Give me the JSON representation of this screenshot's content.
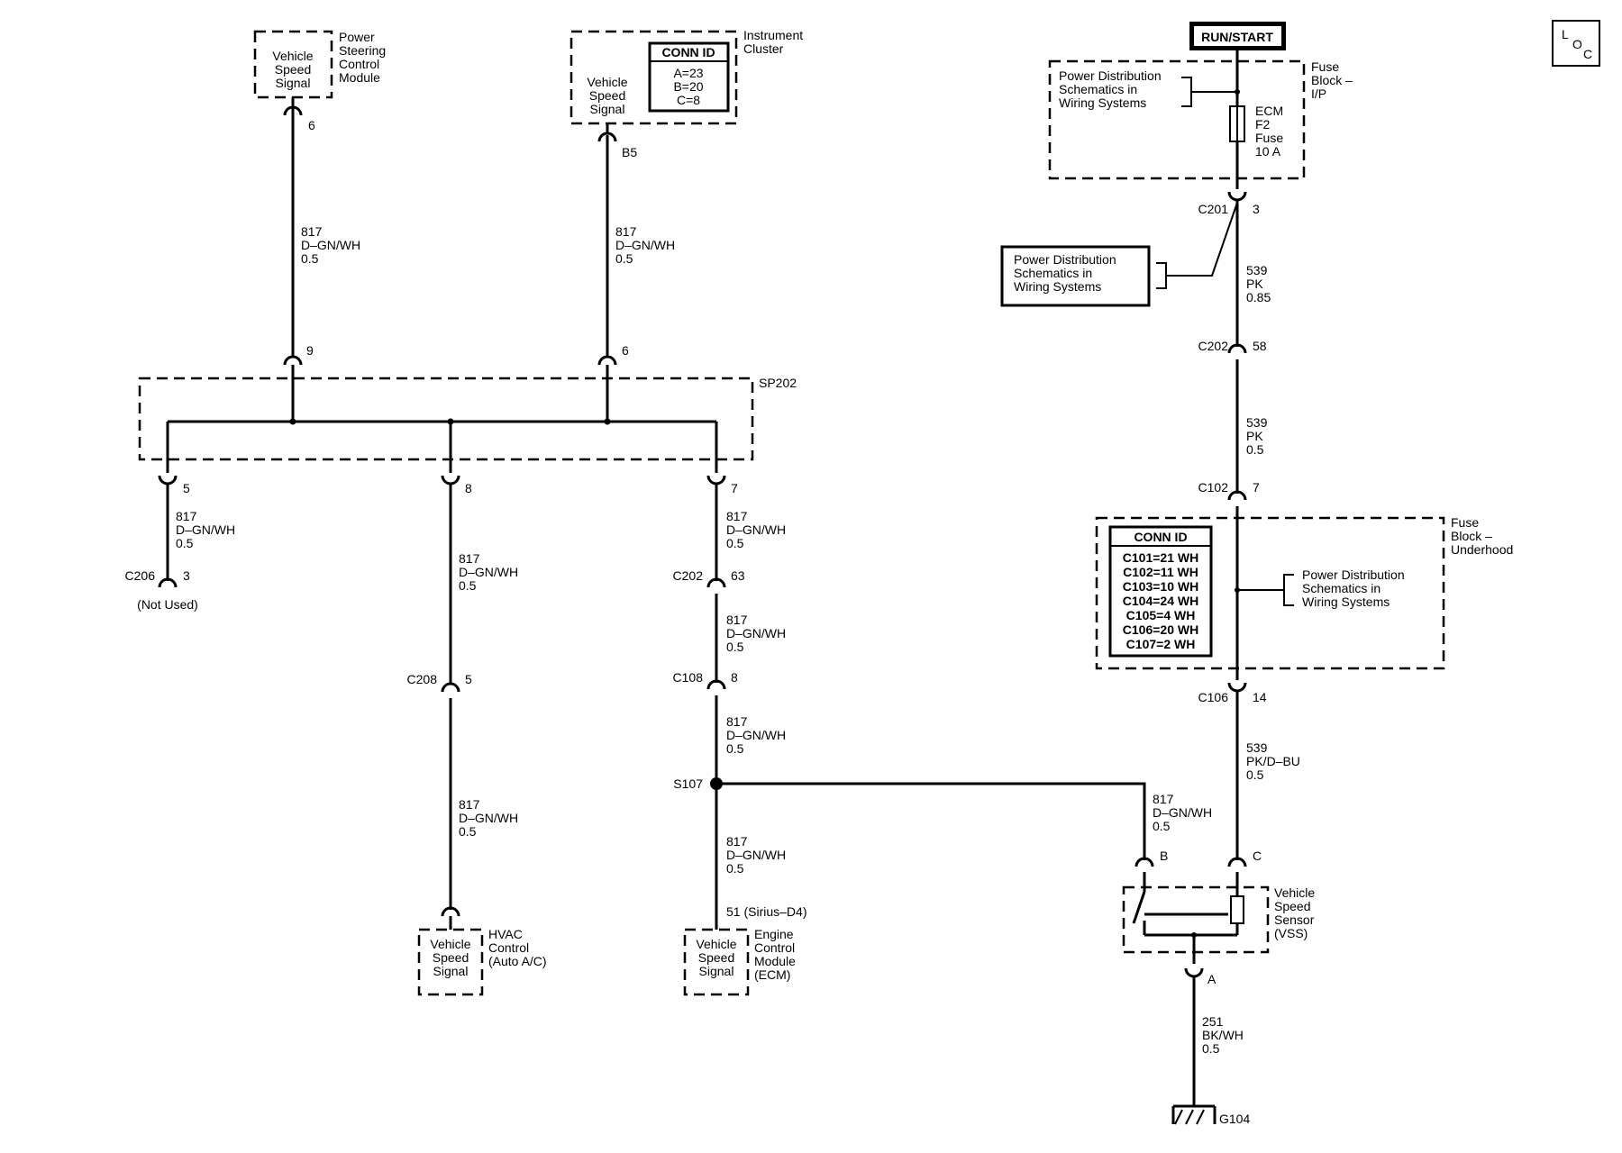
{
  "loc_icon": {
    "letters": [
      "L",
      "O",
      "C"
    ]
  },
  "power_steering": {
    "signal_lines": [
      "Vehicle",
      "Speed",
      "Signal"
    ],
    "module_lines": [
      "Power",
      "Steering",
      "Control",
      "Module"
    ],
    "pin": "6"
  },
  "instrument_cluster": {
    "signal_lines": [
      "Vehicle",
      "Speed",
      "Signal"
    ],
    "module_lines": [
      "Instrument",
      "Cluster"
    ],
    "conn_title": "CONN ID",
    "conn_entries": [
      "A=23",
      "B=20",
      "C=8"
    ],
    "pin": "B5"
  },
  "wires": {
    "ps_to_splice": [
      "817",
      "D–GN/WH",
      "0.5"
    ],
    "ic_to_splice": [
      "817",
      "D–GN/WH",
      "0.5"
    ],
    "splice_to_c206": [
      "817",
      "D–GN/WH",
      "0.5"
    ],
    "splice_to_c208": [
      "817",
      "D–GN/WH",
      "0.5"
    ],
    "c208_to_hvac": [
      "817",
      "D–GN/WH",
      "0.5"
    ],
    "splice_to_c202": [
      "817",
      "D–GN/WH",
      "0.5"
    ],
    "c202_to_c108": [
      "817",
      "D–GN/WH",
      "0.5"
    ],
    "c108_to_s107": [
      "817",
      "D–GN/WH",
      "0.5"
    ],
    "s107_to_ecm": [
      "817",
      "D–GN/WH",
      "0.5"
    ],
    "s107_to_vss": [
      "817",
      "D–GN/WH",
      "0.5"
    ],
    "fuse_to_c202": [
      "539",
      "PK",
      "0.85"
    ],
    "c202_to_c102": [
      "539",
      "PK",
      "0.5"
    ],
    "c106_to_vss": [
      "539",
      "PK/D–BU",
      "0.5"
    ],
    "vss_to_ground": [
      "251",
      "BK/WH",
      "0.5"
    ]
  },
  "splice_pack": {
    "name": "SP202",
    "pins_top": [
      "9",
      "6"
    ],
    "pins_bottom": [
      "5",
      "8",
      "7"
    ]
  },
  "c206": {
    "name": "C206",
    "pin": "3",
    "note": "(Not Used)"
  },
  "c208": {
    "name": "C208",
    "pin": "5"
  },
  "hvac": {
    "signal_lines": [
      "Vehicle",
      "Speed",
      "Signal"
    ],
    "module_lines": [
      "HVAC",
      "Control",
      "(Auto A/C)"
    ]
  },
  "c202_left": {
    "name": "C202",
    "pin": "63"
  },
  "c108_left": {
    "name": "C108",
    "pin": "8"
  },
  "s107": {
    "name": "S107"
  },
  "ecm": {
    "pin": "51 (Sirius–D4)",
    "signal_lines": [
      "Vehicle",
      "Speed",
      "Signal"
    ],
    "module_lines": [
      "Engine",
      "Control",
      "Module",
      "(ECM)"
    ]
  },
  "run_start": {
    "label": "RUN/START"
  },
  "fuse_block_ip": {
    "name_lines": [
      "Fuse",
      "Block –",
      "I/P"
    ],
    "power_ref_lines": [
      "Power Distribution",
      "Schematics in",
      "Wiring Systems"
    ],
    "fuse_lines": [
      "ECM",
      "F2",
      "Fuse",
      "10 A"
    ]
  },
  "c201": {
    "name": "C201",
    "pin": "3"
  },
  "power_ref_c201": {
    "lines": [
      "Power Distribution",
      "Schematics in",
      "Wiring Systems"
    ]
  },
  "c202_right": {
    "name": "C202",
    "pin": "58"
  },
  "c102": {
    "name": "C102",
    "pin": "7"
  },
  "fuse_block_underhood": {
    "name_lines": [
      "Fuse",
      "Block –",
      "Underhood"
    ],
    "conn_title": "CONN ID",
    "conn_entries": [
      "C101=21 WH",
      "C102=11 WH",
      "C103=10 WH",
      "C104=24 WH",
      "C105=4 WH",
      "C106=20 WH",
      "C107=2 WH"
    ],
    "power_ref_lines": [
      "Power Distribution",
      "Schematics in",
      "Wiring Systems"
    ]
  },
  "c106": {
    "name": "C106",
    "pin": "14"
  },
  "vss": {
    "pins": [
      "B",
      "C",
      "A"
    ],
    "name_lines": [
      "Vehicle",
      "Speed",
      "Sensor",
      "(VSS)"
    ]
  },
  "ground": {
    "name": "G104"
  }
}
